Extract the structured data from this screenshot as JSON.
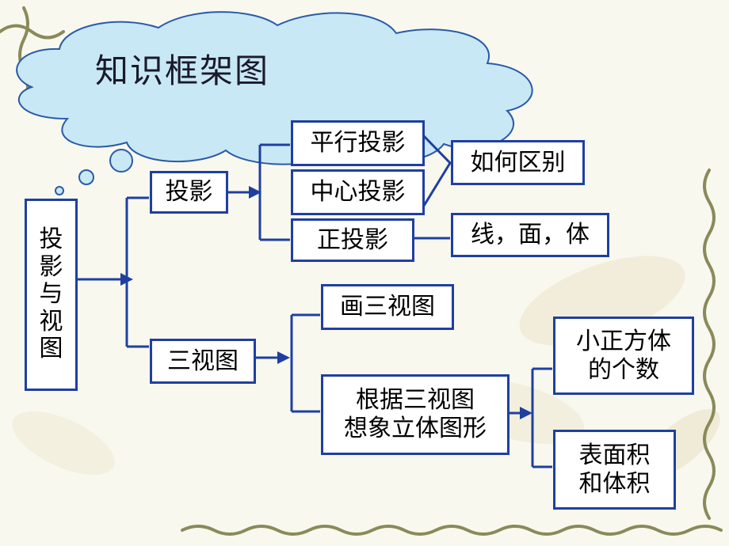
{
  "title": "知识框架图",
  "root": "投影与视图",
  "branches": {
    "projection": "投影",
    "three_views": "三视图"
  },
  "projection_types": {
    "parallel": "平行投影",
    "central": "中心投影",
    "orthographic": "正投影"
  },
  "projection_notes": {
    "distinguish": "如何区别",
    "line_face_solid": "线，面，体"
  },
  "three_view_items": {
    "draw": "画三视图",
    "imagine": "根据三视图\n想象立体图形"
  },
  "imagine_results": {
    "cube_count": "小正方体\n的个数",
    "surface_volume": "表面积\n和体积"
  },
  "colors": {
    "box_border": "#1f3fa0",
    "cloud_fill": "#c9e8f5",
    "cloud_stroke": "#2a5aa8",
    "background": "#f9f8ef"
  }
}
